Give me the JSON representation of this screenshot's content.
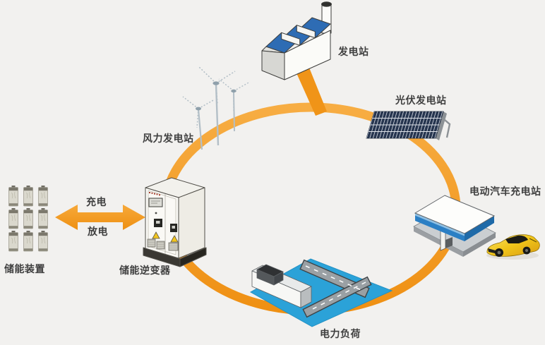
{
  "diagram": {
    "labels": {
      "power_plant": "发电站",
      "pv_station": "光伏发电站",
      "wind_station": "风力发电站",
      "ev_station": "电动汽车充电站",
      "power_load": "电力负荷",
      "storage_device": "储能装置",
      "storage_inverter": "储能逆变器",
      "charge": "充电",
      "discharge": "放电"
    },
    "colors": {
      "background": "#f2f1ef",
      "label_text": "#3f3f3f",
      "ring_orange": "#f49c1e",
      "factory_roof_blue": "#2e6cb4",
      "solar_navy": "#26354f",
      "load_blue": "#2ba2d8",
      "ev_canopy_blue": "#2b7fc4",
      "car_yellow": "#f0c419",
      "warning_yellow": "#f2c51d"
    }
  }
}
